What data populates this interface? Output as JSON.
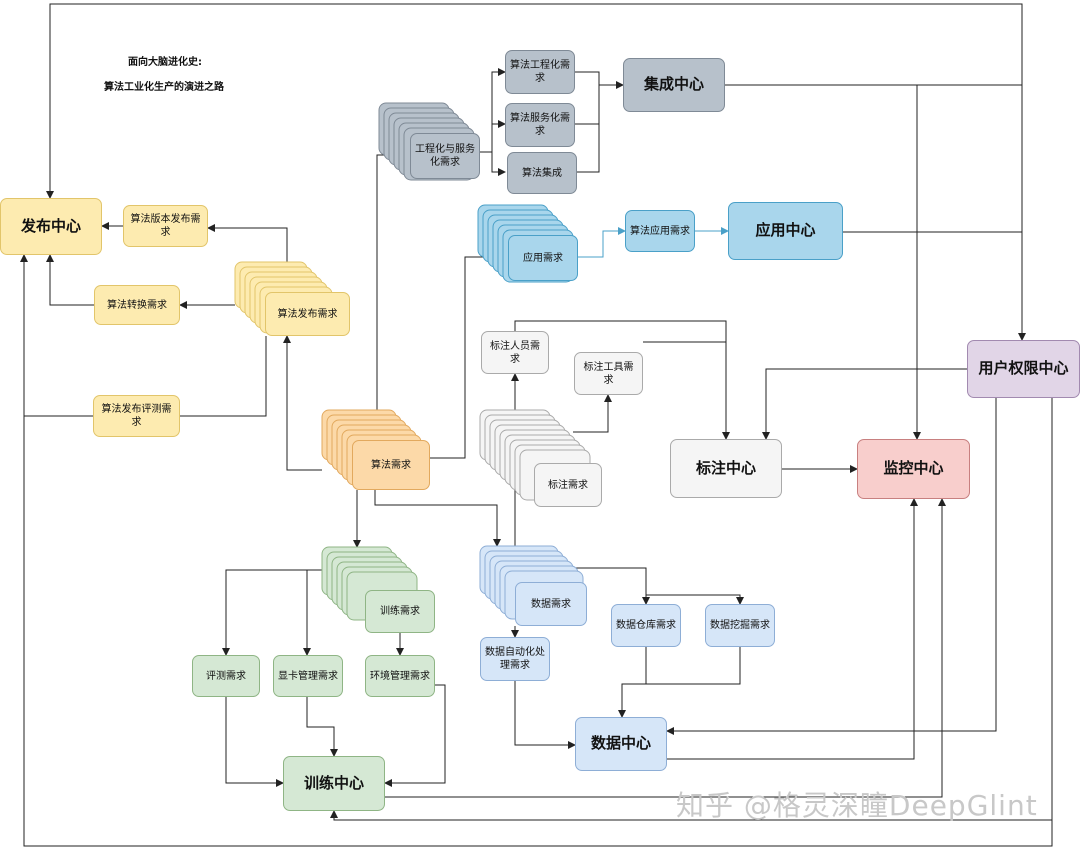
{
  "title": {
    "line1": "面向大脑进化史:",
    "line2": "算法工业化生产的演进之路"
  },
  "nodes": {
    "gongchenghua_fuwuhua": "工程化与服务化需求",
    "suanfa_gongchenghua": "算法工程化需求",
    "suanfa_fuwuhua": "算法服务化需求",
    "suanfa_jicheng": "算法集成",
    "jicheng_zhongxin": "集成中心",
    "yingyong_xuqiu": "应用需求",
    "suanfa_yingyong": "算法应用需求",
    "yingyong_zhongxin": "应用中心",
    "fabu_zhongxin": "发布中心",
    "banben_fabu": "算法版本发布需求",
    "zhuanhuan": "算法转换需求",
    "suanfa_fabu": "算法发布需求",
    "fabu_pingce": "算法发布评测需求",
    "suanfa_xuqiu": "算法需求",
    "biaozhu_renyuan": "标注人员需求",
    "biaozhu_gongju": "标注工具需求",
    "biaozhu_xuqiu": "标注需求",
    "biaozhu_zhongxin": "标注中心",
    "jiankong_zhongxin": "监控中心",
    "yonghu_quanxian": "用户权限中心",
    "xunlian_xuqiu": "训练需求",
    "pingce": "评测需求",
    "xianka": "显卡管理需求",
    "huanjing": "环境管理需求",
    "xunlian_zhongxin": "训练中心",
    "shuju_xuqiu": "数据需求",
    "cangku": "数据仓库需求",
    "wajue": "数据挖掘需求",
    "zidonghua": "数据自动化处理需求",
    "shuju_zhongxin": "数据中心"
  },
  "watermark": "知乎 @格灵深瞳DeepGlint",
  "colors": {
    "line": "#222222",
    "accent_blue": "#4aa0c8"
  }
}
